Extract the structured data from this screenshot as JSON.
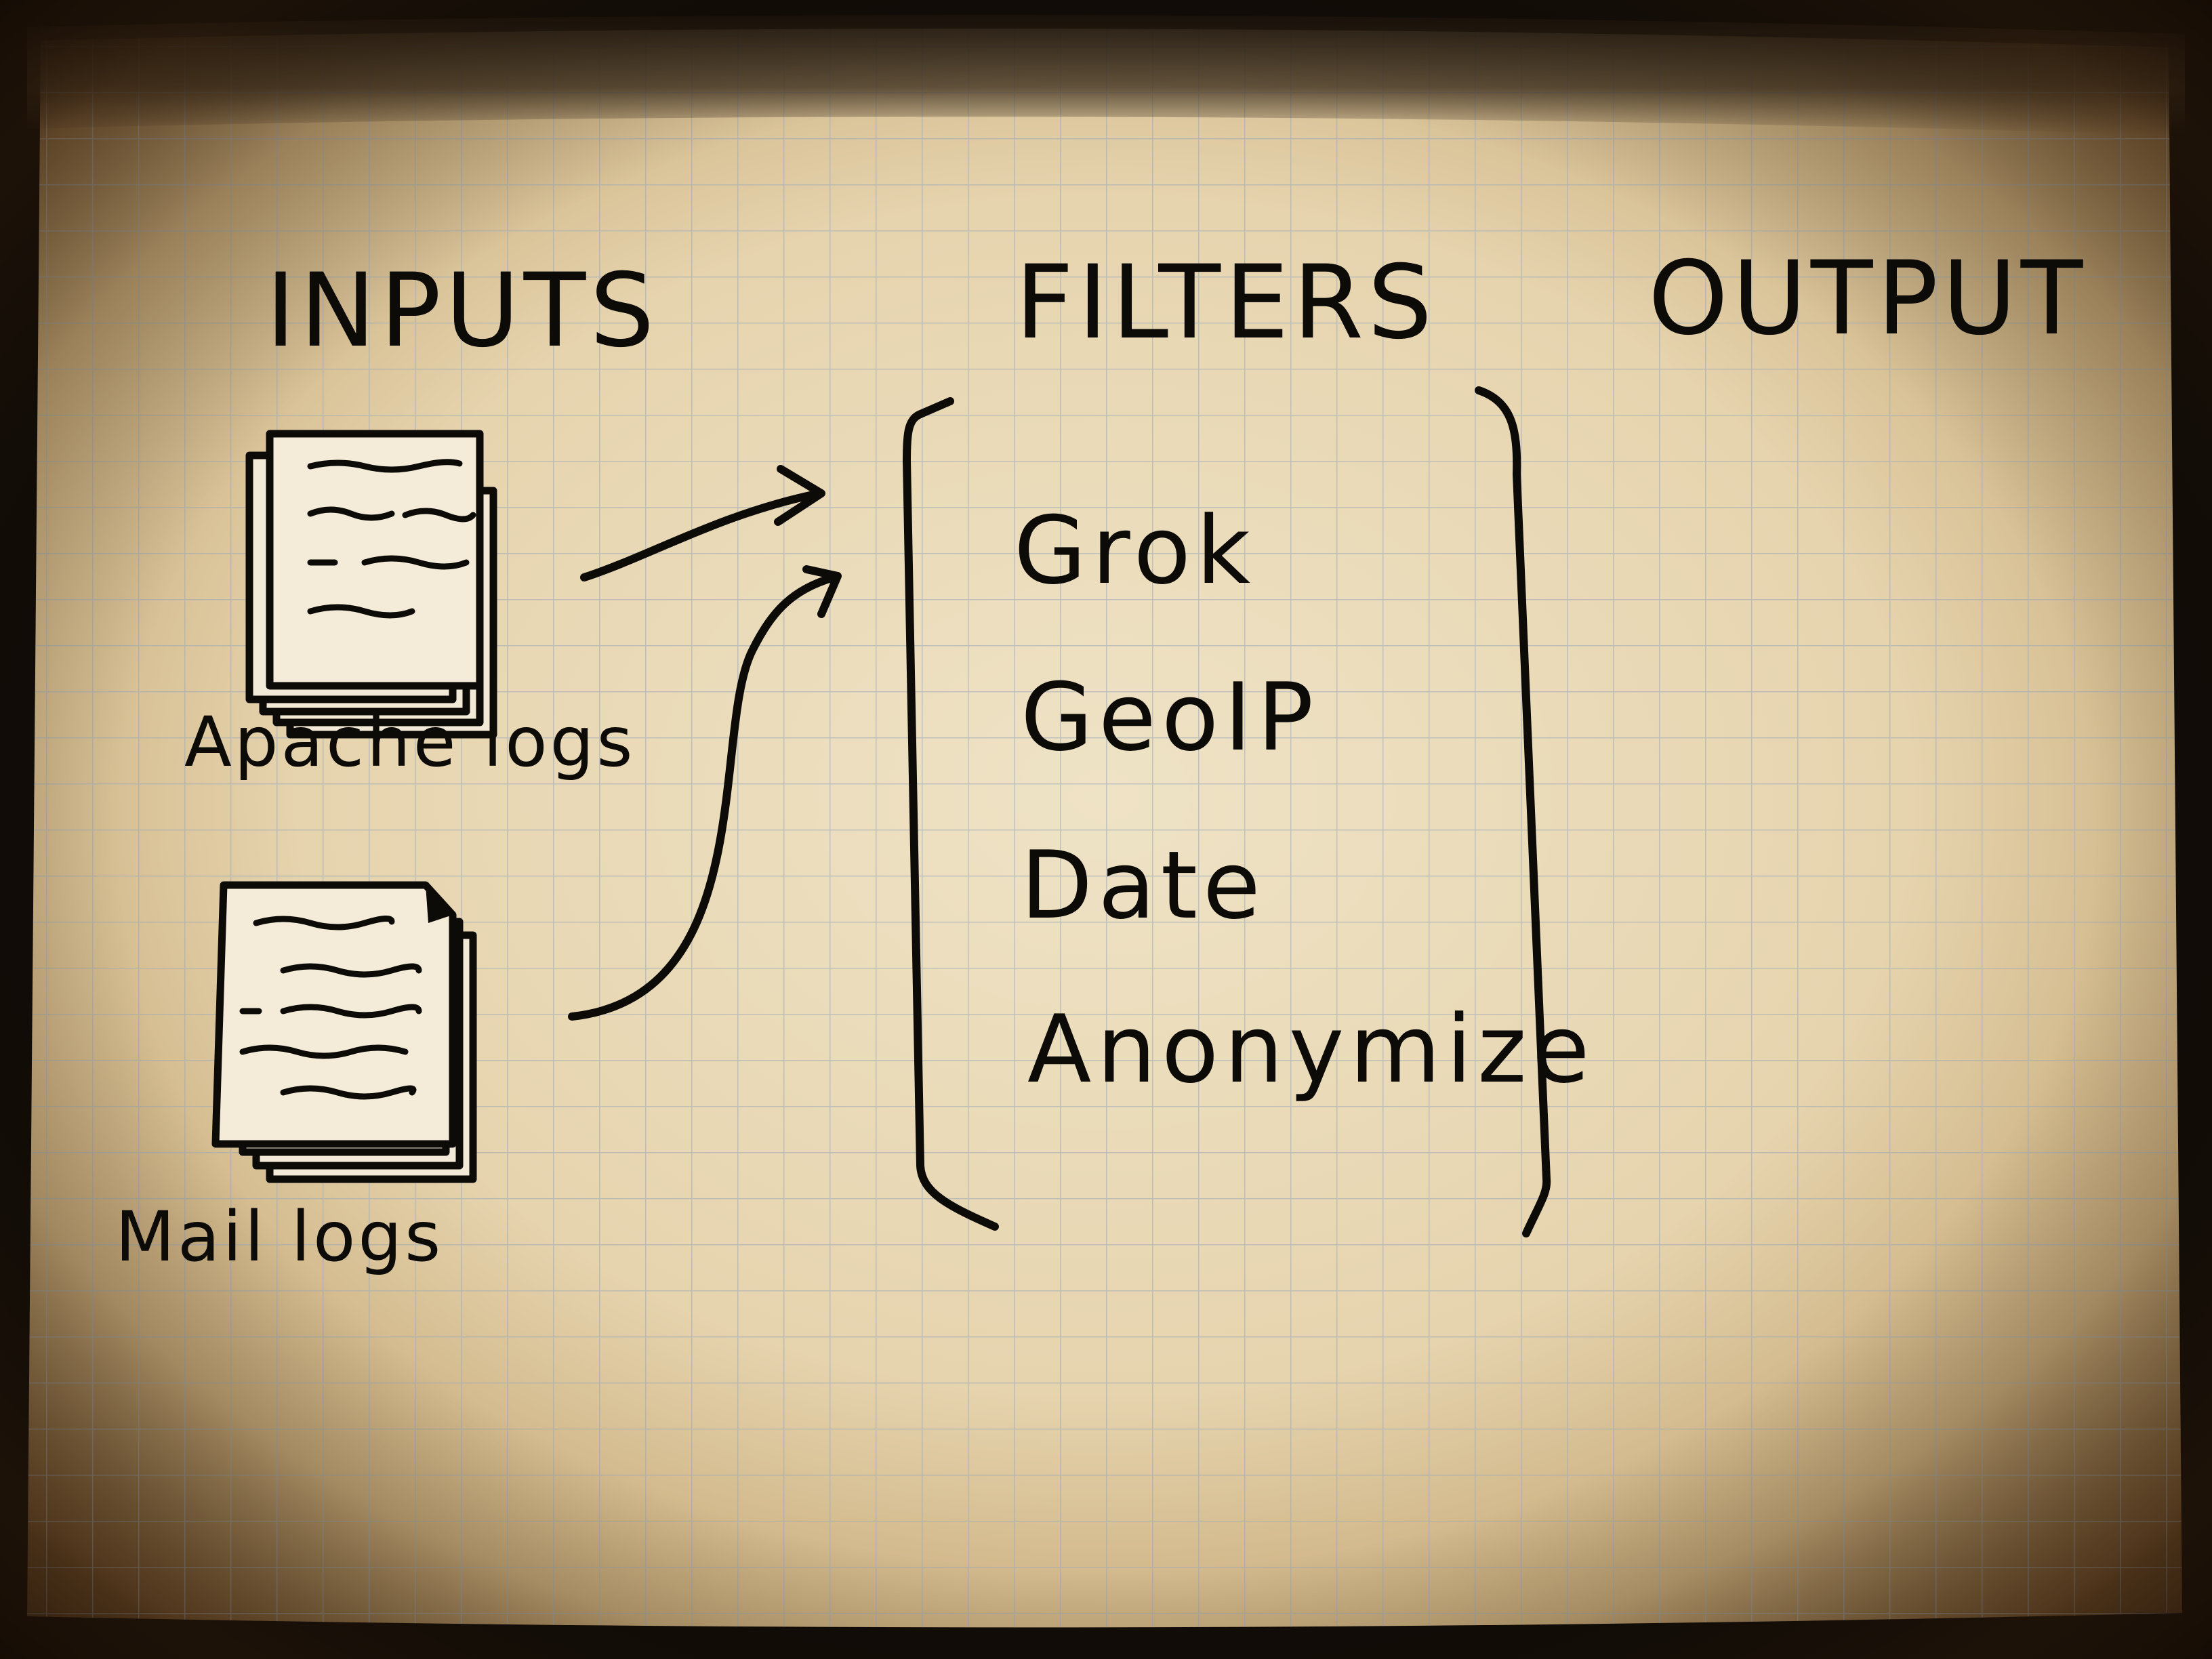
{
  "diagram": {
    "headings": {
      "inputs": "INPUTS",
      "filters": "FILTERS",
      "output": "OUTPUT"
    },
    "inputs": [
      {
        "label": "Apache logs",
        "icon": "document-stack-icon"
      },
      {
        "label": "Mail logs",
        "icon": "document-stack-icon"
      }
    ],
    "filters": [
      "Grok",
      "GeoIP",
      "Date",
      "Anonymize"
    ]
  },
  "colors": {
    "paper": "#e8d9b8",
    "grid": "#9aa8b8",
    "ink": "#0d0b08",
    "vignette": "#1a1008"
  }
}
